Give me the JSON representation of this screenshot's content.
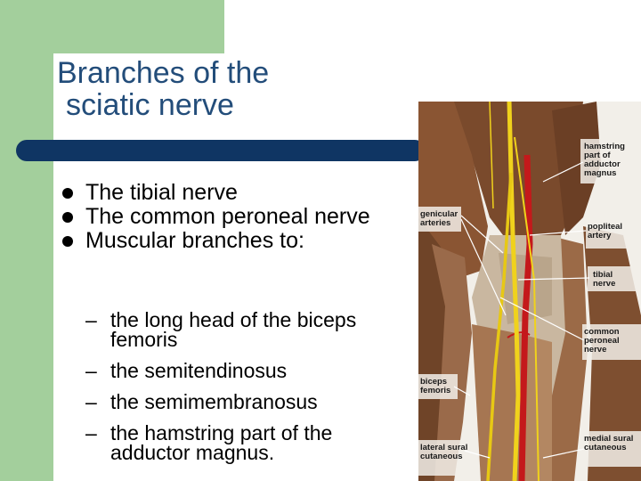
{
  "slide": {
    "title_line1": "Branches of the",
    "title_line2": "sciatic nerve",
    "bullets": [
      "The tibial nerve",
      "The common peroneal nerve",
      "Muscular branches to:"
    ],
    "sub_bullets": [
      "the long head of the biceps femoris",
      "the semitendinosus",
      "the semimembranosus",
      "the hamstring part of the adductor magnus."
    ],
    "dash_glyph": "–"
  },
  "figure": {
    "labels": {
      "hamstring": "hamstring part of adductor magnus",
      "genicular": "genicular arteries",
      "popliteal": "popliteal artery",
      "tibial": "tibial nerve",
      "peroneal": "common peroneal nerve",
      "biceps": "biceps femoris",
      "lateral_sural": "lateral sural cutaneous",
      "medial_sural": "medial sural cutaneous"
    }
  },
  "colors": {
    "green_accent": "#a3cf9c",
    "title_blue": "#234d7a",
    "rule_navy": "#0f3563",
    "nerve_yellow": "#f0d21c",
    "artery_red": "#c4191b"
  }
}
